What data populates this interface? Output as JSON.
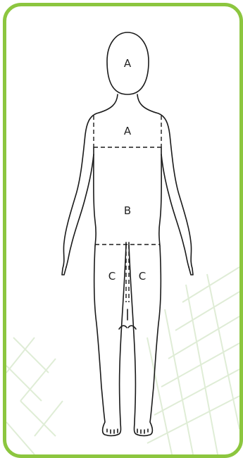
{
  "diagram": {
    "colors": {
      "frame": "#8cc63f",
      "outline": "#1a1a1a",
      "grid": "#d9ead0"
    },
    "labels": {
      "head": "A",
      "chest": "A",
      "abdomen": "B",
      "left_leg": "C",
      "right_leg": "C"
    }
  }
}
